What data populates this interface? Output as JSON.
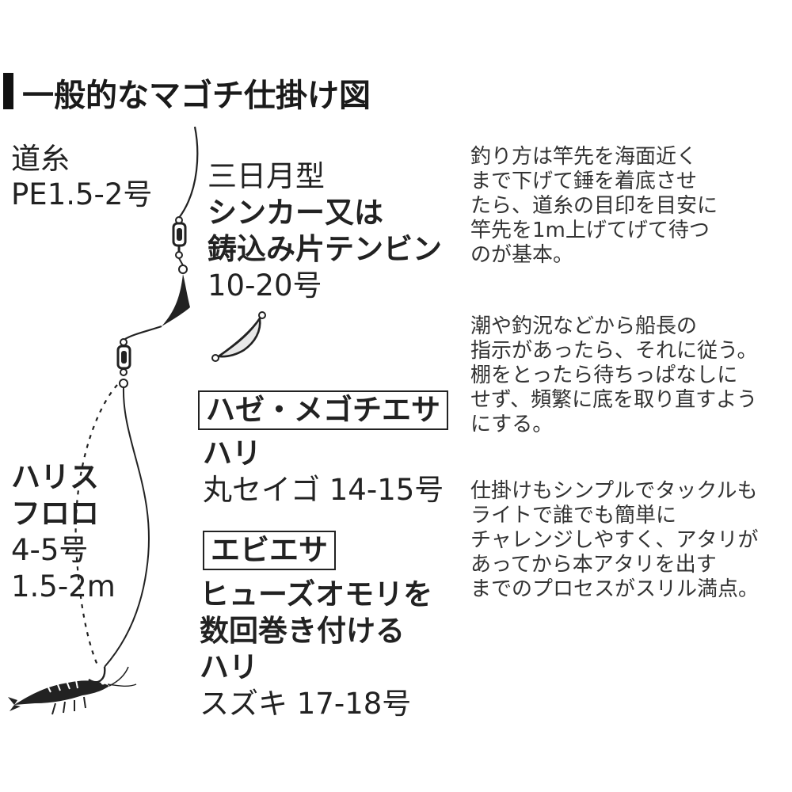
{
  "title": "一般的なマゴチ仕掛け図",
  "labels": {
    "main_line": [
      "道糸",
      "PE1.5-2号"
    ],
    "sinker": [
      "三日月型",
      "シンカー又は",
      "鋳込み片テンビン",
      "10-20号"
    ],
    "leader": [
      "ハリス",
      "フロロ",
      "4-5号",
      "1.5-2m"
    ],
    "goby_bait": {
      "heading": "ハゼ・メゴチエサ",
      "lines": [
        "ハリ",
        "丸セイゴ 14-15号"
      ]
    },
    "shrimp_bait": {
      "heading": "エビエサ",
      "lines": [
        "ヒューズオモリを",
        "数回巻き付ける",
        "ハリ",
        "スズキ 17-18号"
      ]
    }
  },
  "descriptions": [
    [
      "釣り方は竿先を海面近く",
      "まで下げて錘を着底させ",
      "たら、道糸の目印を目安に",
      "竿先を1m上げてげて待つ",
      "のが基本。"
    ],
    [
      "潮や釣況などから船長の",
      "指示があったら、それに従う。",
      "棚をとったら待ちっぱなしに",
      "せず、頻繁に底を取り直すよう",
      "にする。"
    ],
    [
      "仕掛けもシンプルでタックルも",
      "ライトで誰でも簡単に",
      "チャレンジしやすく、アタリが",
      "あってから本アタリを出す",
      "までのプロセスがスリル満点。"
    ]
  ],
  "colors": {
    "ink": "#1a1a1a",
    "background": "#ffffff"
  }
}
